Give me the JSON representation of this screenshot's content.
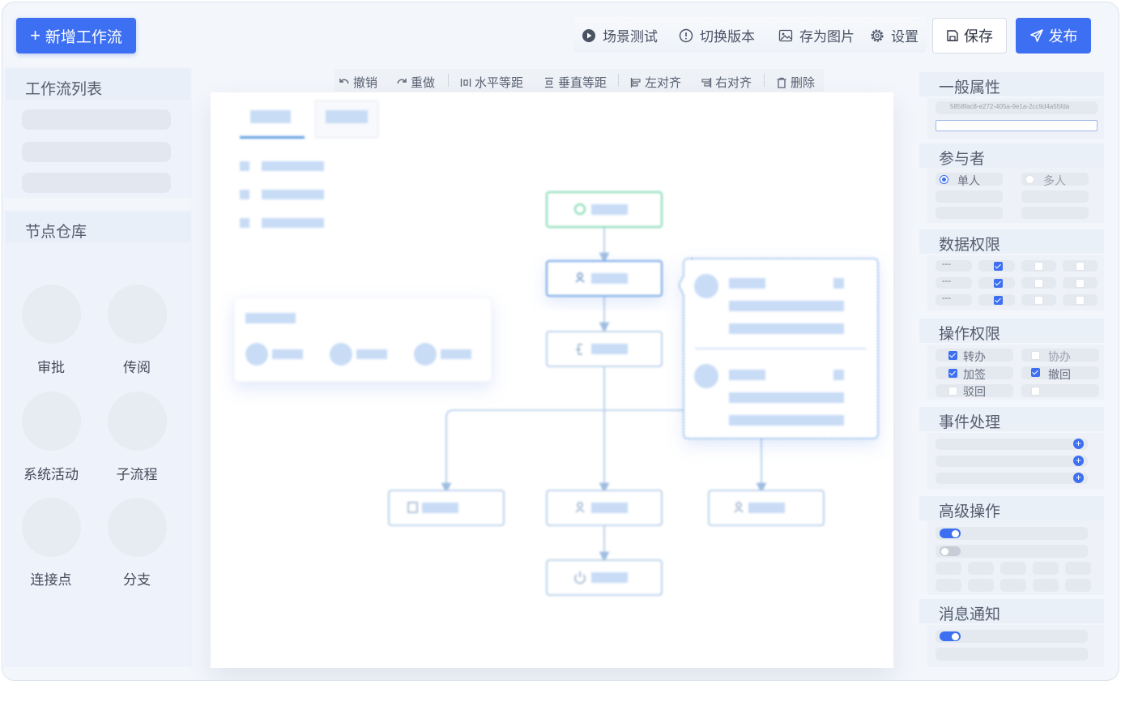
{
  "header": {
    "new_workflow": "新增工作流",
    "scene_test": "场景测试",
    "switch_version": "切换版本",
    "save_as_image": "存为图片",
    "settings": "设置",
    "save": "保存",
    "publish": "发布"
  },
  "left": {
    "workflow_list_title": "工作流列表",
    "node_repo_title": "节点仓库",
    "nodes": [
      "审批",
      "传阅",
      "系统活动",
      "子流程",
      "连接点",
      "分支"
    ]
  },
  "editbar": {
    "undo": "撤销",
    "redo": "重做",
    "h_space": "水平等距",
    "v_space": "垂直等距",
    "align_left": "左对齐",
    "align_right": "右对齐",
    "delete": "删除"
  },
  "right": {
    "general_title": "一般属性",
    "general_id": "5858fac8-e272-405a-9e1a-2cc9d4a55fda",
    "participants_title": "参与者",
    "single": "单人",
    "multiple": "多人",
    "data_perm_title": "数据权限",
    "dash": "---",
    "op_perm_title": "操作权限",
    "transfer": "转办",
    "assist": "协办",
    "add_sign": "加签",
    "withdraw": "撤回",
    "reject": "驳回",
    "event_title": "事件处理",
    "advanced_title": "高级操作",
    "message_title": "消息通知"
  },
  "colors": {
    "accent": "#3d6ff2",
    "start_node": "#7ed9b0",
    "node_border": "#a9c6e6",
    "skeleton": "#c8dcf6"
  }
}
